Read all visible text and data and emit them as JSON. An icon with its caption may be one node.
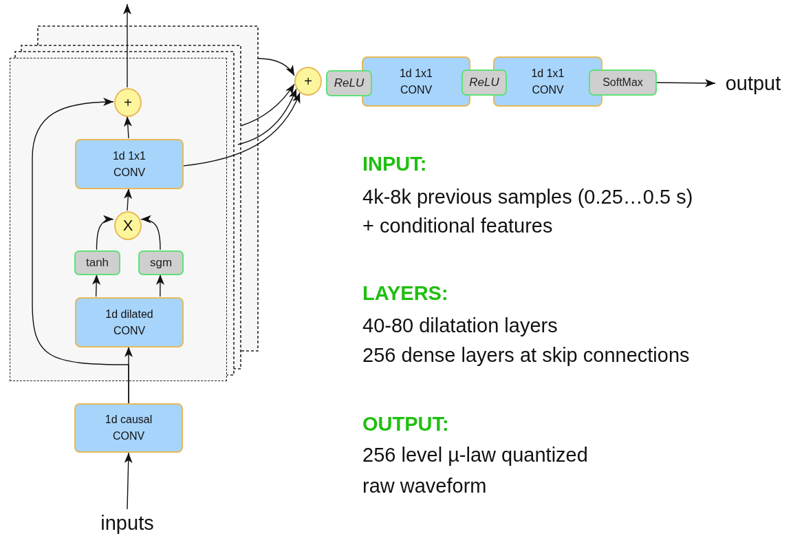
{
  "diagram": {
    "nodes": [
      {
        "text": [],
        "shape": "box"
      },
      {
        "text": [
          "+"
        ],
        "in": 0
      },
      {
        "text": [
          "1d 1x1 CONV"
        ],
        "in": 0
      },
      {
        "text": [
          "X"
        ],
        "in": 0
      },
      {
        "text": [
          "tanh"
        ],
        "in": 0
      },
      {
        "text": [
          "sgm"
        ],
        "in": 0
      },
      {
        "text": [
          "1d dilated CONV"
        ],
        "in": 0
      },
      {
        "text": [
          "1d causal CONV"
        ]
      },
      {
        "text": [
          "inputs"
        ]
      },
      {
        "text": [
          "+"
        ]
      },
      {
        "text": [
          "ReLU"
        ]
      },
      {
        "text": [
          "1d 1x1 CONV"
        ]
      },
      {
        "text": [
          "ReLU"
        ]
      },
      {
        "text": [
          "1d 1x1 CONV"
        ]
      },
      {
        "text": [
          "SoftMax"
        ]
      },
      {
        "text": [
          "output"
        ]
      }
    ],
    "edges": [
      {
        "from": 8,
        "to": 7,
        "arrow": "to"
      },
      {
        "from": 7,
        "to": 6,
        "arrow": "to"
      },
      {
        "from": 7,
        "to": 1,
        "arrow": "to"
      },
      {
        "from": 6,
        "to": 4,
        "arrow": "to"
      },
      {
        "from": 6,
        "to": 5,
        "arrow": "to"
      },
      {
        "from": 4,
        "to": 3,
        "arrow": "to"
      },
      {
        "from": 5,
        "to": 3,
        "arrow": "to"
      },
      {
        "from": 3,
        "to": 2,
        "arrow": "to"
      },
      {
        "from": 2,
        "to": 1,
        "arrow": "to"
      },
      {
        "from": 1,
        "to": null,
        "arrow": "to"
      },
      {
        "from": 2,
        "to": 9,
        "arrow": "to"
      },
      {
        "from": null,
        "to": 9,
        "arrow": "to"
      },
      {
        "from": null,
        "to": 9,
        "arrow": "to"
      },
      {
        "from": null,
        "to": 9,
        "arrow": "to"
      },
      {
        "from": 14,
        "to": 15,
        "arrow": "to"
      }
    ],
    "labels": [
      "INPUT:",
      "4k-8k previous samples (0.25…0.5 s)",
      "+ conditional features",
      "LAYERS:",
      "40-80 dilatation layers",
      "256 dense layers at skip connections",
      "OUTPUT:",
      "256 level µ-law quantized",
      "raw waveform"
    ]
  }
}
